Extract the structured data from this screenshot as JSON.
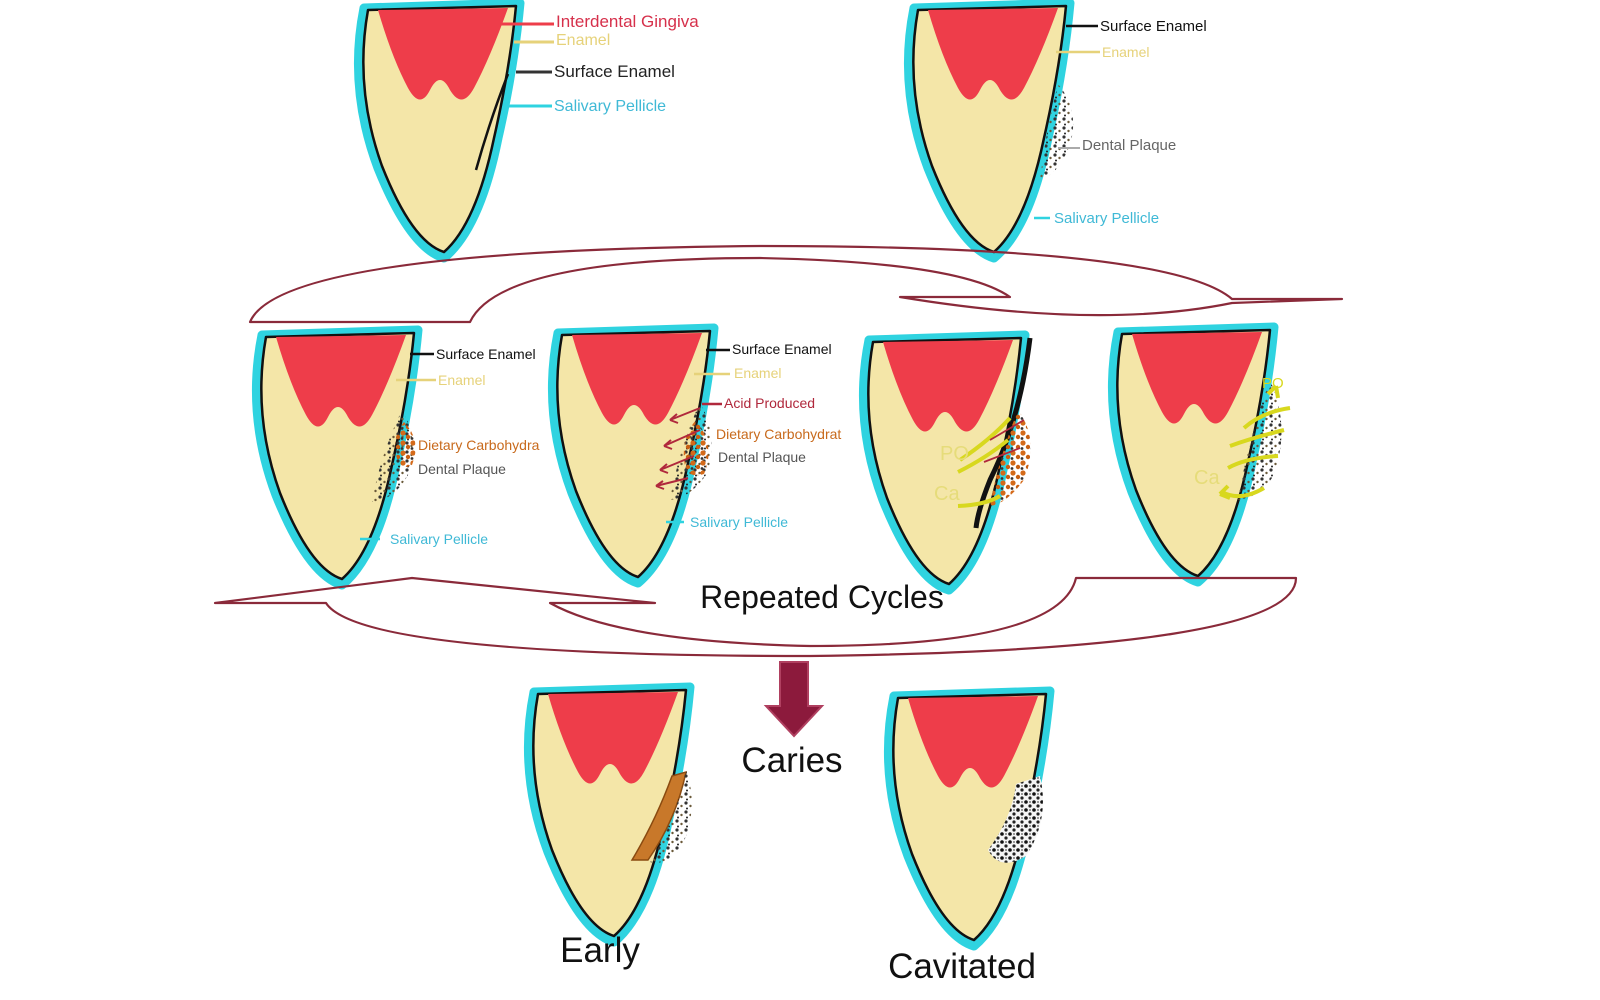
{
  "colors": {
    "gingiva": "#ee3d4a",
    "enamel": "#f4e6a8",
    "enamel_label": "#e6d27a",
    "surface_enamel": "#111111",
    "pellicle": "#2fd3e0",
    "pellicle_label": "#3fb9d6",
    "plaque_label": "#555555",
    "carbohydrate": "#c86a1c",
    "acid": "#b0283c",
    "ions": "#d8d81e",
    "cycle_arrow": "#8a2a3a",
    "down_arrow": "#8c1a3c"
  },
  "panels": [
    {
      "id": "healthy",
      "labels": {
        "gingiva": "Interdental Gingiva",
        "enamel": "Enamel",
        "surface_enamel": "Surface  Enamel",
        "pellicle": "Salivary  Pellicle"
      }
    },
    {
      "id": "plaque",
      "labels": {
        "surface_enamel": "Surface Enamel",
        "enamel": "Enamel",
        "plaque": "Dental Plaque",
        "pellicle": "Salivary  Pellicle"
      }
    },
    {
      "id": "carbohydrate",
      "labels": {
        "surface_enamel": "Surface Enamel",
        "enamel": "Enamel",
        "carbohydrate": "Dietary  Carbohydra",
        "plaque": "Dental Plaque",
        "pellicle": "Salivary  Pellicle"
      }
    },
    {
      "id": "acid",
      "labels": {
        "surface_enamel": "Surface Enamel",
        "enamel": "Enamel",
        "acid": "Acid  Produced",
        "carbohydrate": "Dietary  Carbohydrat",
        "plaque": "Dental Plaque",
        "pellicle": "Salivary  Pellicle"
      }
    },
    {
      "id": "demineralization",
      "labels": {
        "phosphate": "PO",
        "calcium": "Ca"
      }
    },
    {
      "id": "remineralization",
      "labels": {
        "phosphate": "PO",
        "calcium": "Ca"
      }
    }
  ],
  "cycle_label": "Repeated  Cycles",
  "outcome_label": "Caries",
  "outcomes": [
    {
      "label": "Early"
    },
    {
      "label": "Cavitated"
    }
  ]
}
